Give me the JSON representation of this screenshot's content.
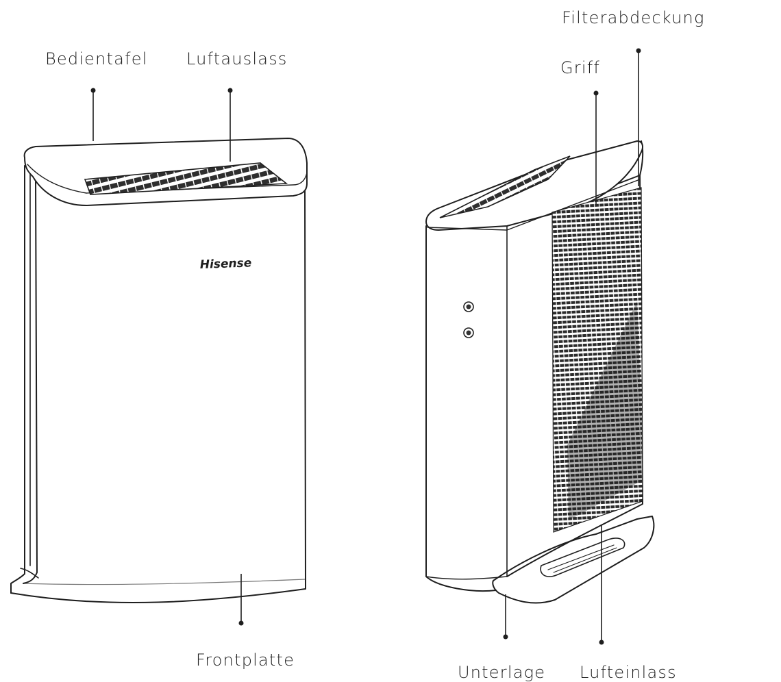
{
  "labels": {
    "control_panel": "Bedientafel",
    "air_outlet": "Luftauslass",
    "front_panel": "Frontplatte",
    "filter_cover": "Filterabdeckung",
    "handle": "Griff",
    "base": "Unterlage",
    "air_inlet": "Lufteinlass"
  },
  "brand": "Hisense",
  "colors": {
    "line": "#1e1e1e",
    "grille": "#333333",
    "background": "#ffffff"
  }
}
